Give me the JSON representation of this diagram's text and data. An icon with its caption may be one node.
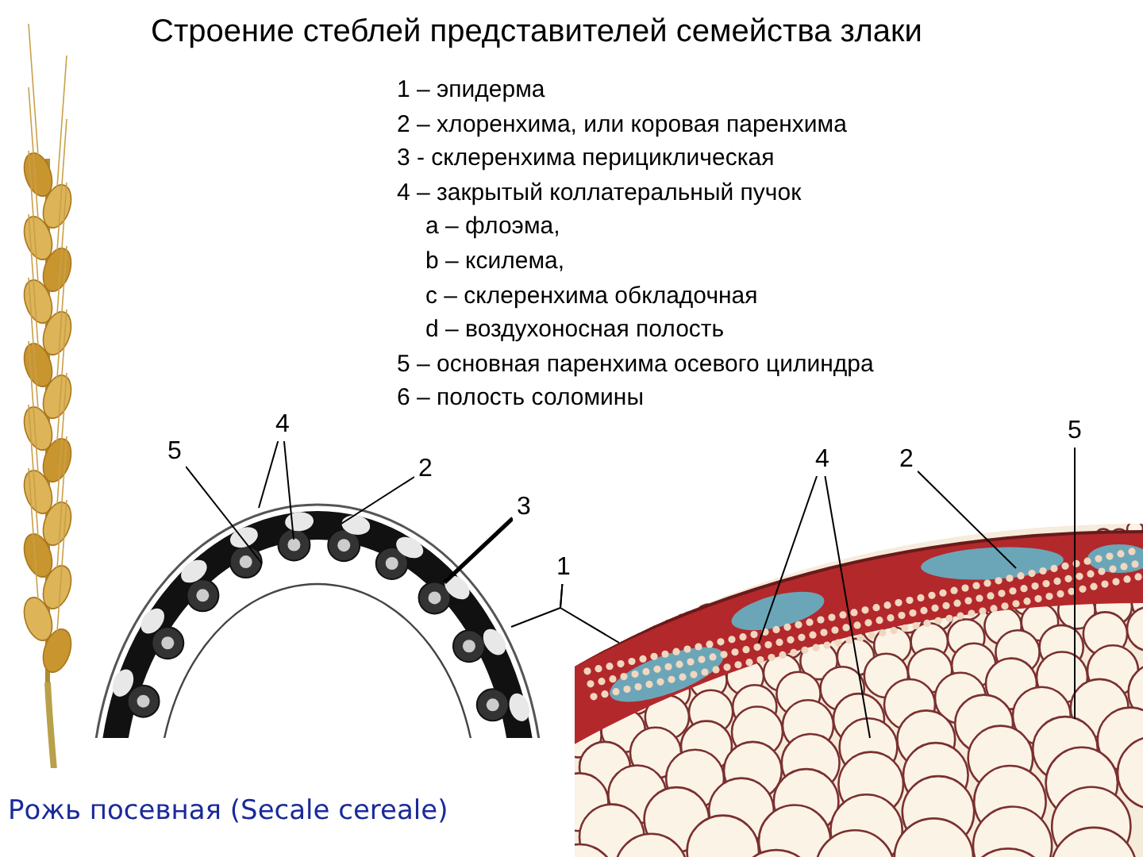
{
  "diagram": {
    "title": "Строение стеблей представителей семейства злаки",
    "caption": "Рожь посевная (Secale cereale)",
    "nodes": [
      {
        "text": [
          "5"
        ]
      },
      {
        "text": [
          "4"
        ]
      },
      {
        "text": [
          "2"
        ]
      },
      {
        "text": [
          "3"
        ]
      },
      {
        "text": [
          "1"
        ]
      },
      {
        "text": [
          "4"
        ]
      },
      {
        "text": [
          "2"
        ]
      },
      {
        "text": [
          "5"
        ]
      }
    ],
    "edges": [
      {
        "from": 0,
        "to": null,
        "arrow": "none"
      },
      {
        "from": 1,
        "to": null,
        "arrow": "none"
      },
      {
        "from": 1,
        "to": null,
        "arrow": "none"
      },
      {
        "from": 2,
        "to": null,
        "arrow": "none"
      },
      {
        "from": 3,
        "to": null,
        "arrow": "none",
        "style": "thick"
      },
      {
        "from": 4,
        "to": null,
        "arrow": "none"
      },
      {
        "from": 4,
        "to": null,
        "arrow": "none"
      },
      {
        "from": 5,
        "to": null,
        "arrow": "none"
      },
      {
        "from": 5,
        "to": null,
        "arrow": "none"
      },
      {
        "from": 6,
        "to": null,
        "arrow": "none"
      },
      {
        "from": 7,
        "to": null,
        "arrow": "none"
      }
    ],
    "labels": [
      "1 – эпидерма",
      "2 – хлоренхима, или коровая паренхима",
      "3 -  склеренхима перициклическая",
      "4 – закрытый коллатеральный пучок",
      "а – флоэма,",
      "b – ксилема,",
      "c – склеренхима обкладочная",
      "d – воздухоносная полость",
      "5 – основная паренхима осевого цилиндра",
      "6 – полость соломины"
    ]
  }
}
